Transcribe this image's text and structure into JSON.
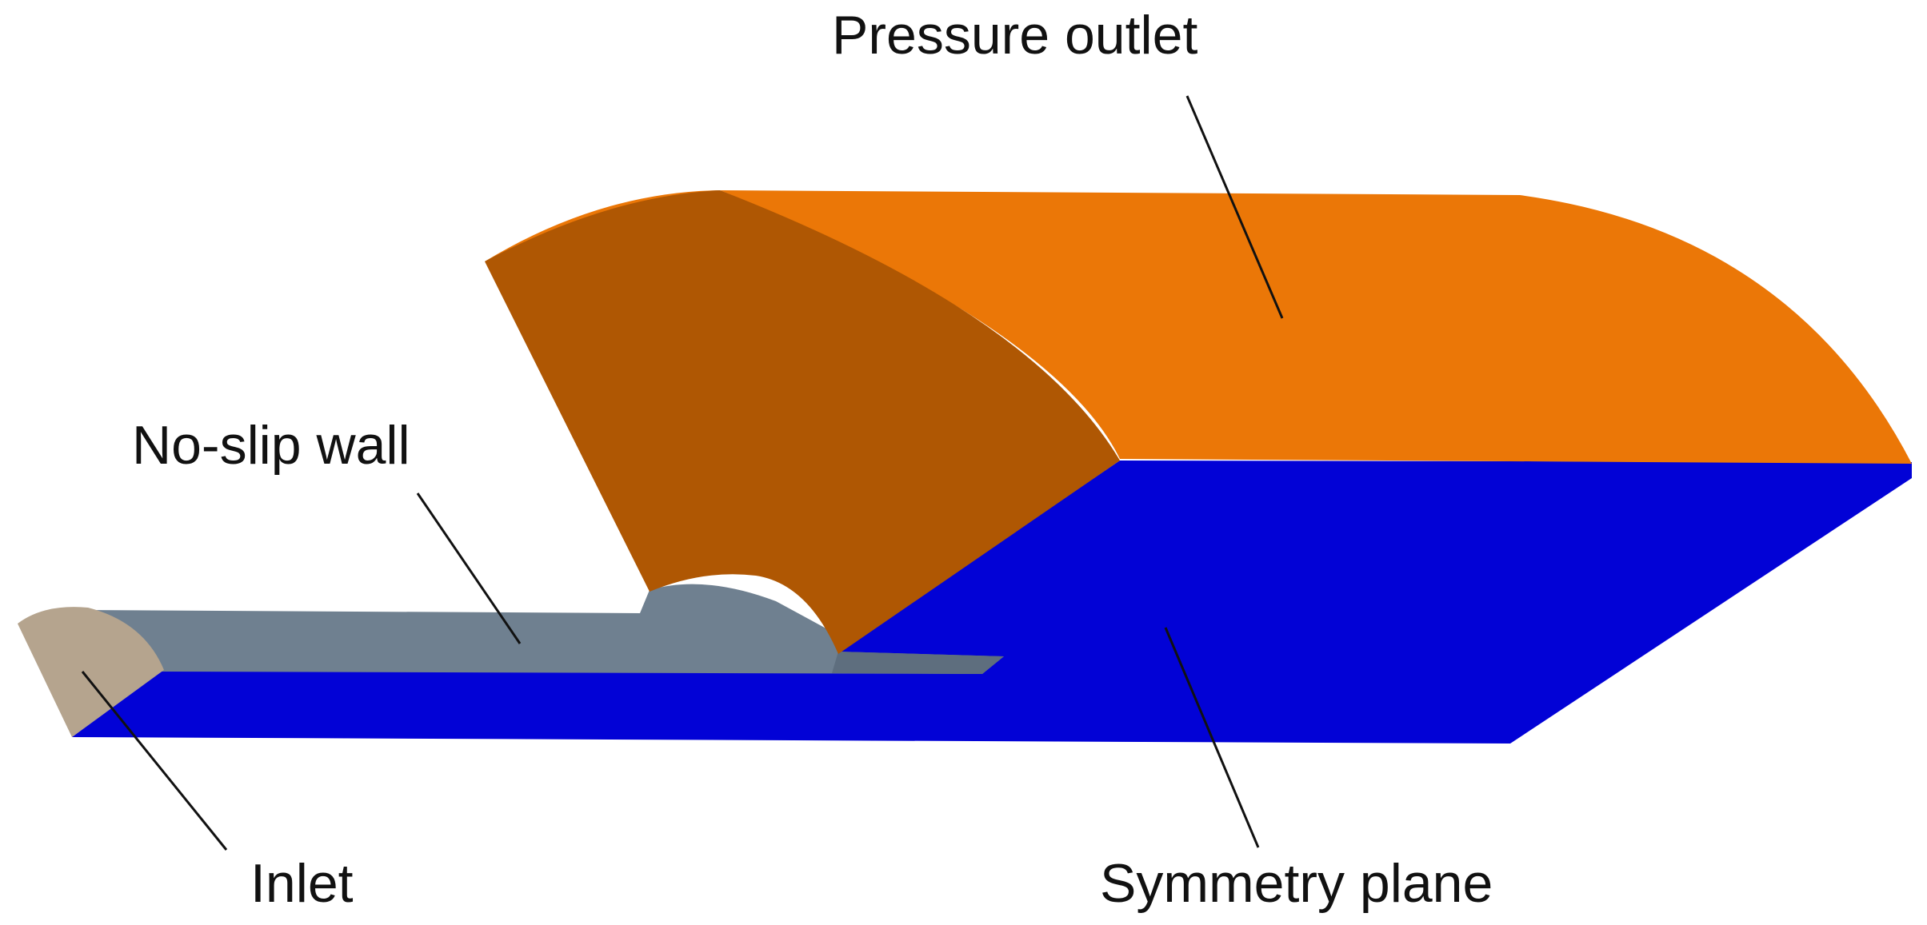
{
  "labels": {
    "pressure_outlet": "Pressure outlet",
    "no_slip_wall": "No-slip wall",
    "inlet": "Inlet",
    "symmetry_plane": "Symmetry plane"
  },
  "colors": {
    "outlet_top": "#EB7707",
    "outlet_front": "#AF5703",
    "symmetry": "#0202D6",
    "wall": "#6F8090",
    "wall_shade": "#5E6E7E",
    "inlet": "#B5A48E",
    "text": "#111111"
  }
}
